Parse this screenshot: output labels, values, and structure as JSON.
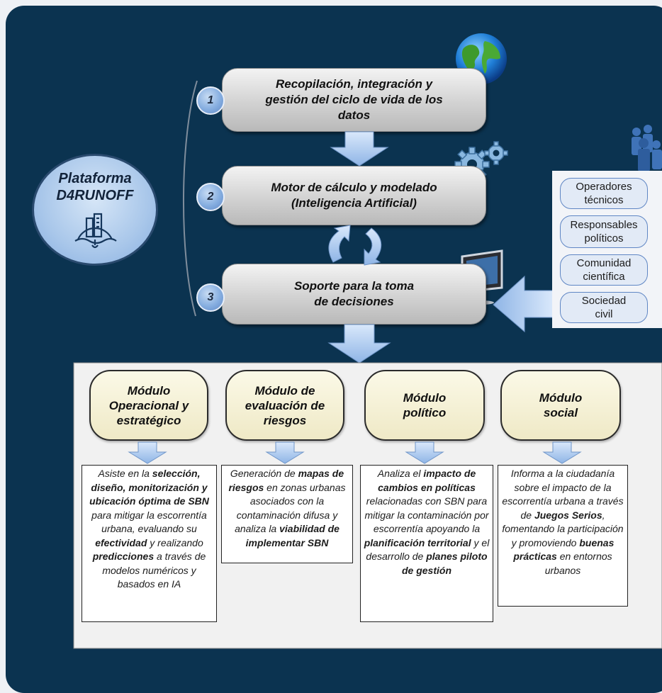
{
  "platform": {
    "line1": "Plataforma",
    "line2": "D4RUNOFF"
  },
  "steps": [
    {
      "number": "1",
      "label": "Recopilación, integración y\ngestión del ciclo de vida de los\ndatos"
    },
    {
      "number": "2",
      "label": "Motor de cálculo y modelado\n(Inteligencia Artificial)"
    },
    {
      "number": "3",
      "label": "Soporte para la toma\nde decisiones"
    }
  ],
  "stakeholders": [
    "Operadores\ntécnicos",
    "Responsables\npolíticos",
    "Comunidad\ncientífica",
    "Sociedad\ncivil"
  ],
  "modules": [
    {
      "title": "Módulo\nOperacional y\nestratégico",
      "parts": [
        {
          "t": "Asiste en la ",
          "b": false
        },
        {
          "t": "selección, diseño, monitorización y ubicación óptima de SBN",
          "b": true
        },
        {
          "t": " para mitigar la escorrentía urbana, evaluando su ",
          "b": false
        },
        {
          "t": "efectividad",
          "b": true
        },
        {
          "t": " y realizando ",
          "b": false
        },
        {
          "t": "predicciones",
          "b": true
        },
        {
          "t": " a través de modelos numéricos y basados en IA",
          "b": false
        }
      ]
    },
    {
      "title": "Módulo de\nevaluación de\nriesgos",
      "parts": [
        {
          "t": "Generación de ",
          "b": false
        },
        {
          "t": "mapas de riesgos",
          "b": true
        },
        {
          "t": " en zonas urbanas asociados con la contaminación difusa y analiza la ",
          "b": false
        },
        {
          "t": "viabilidad de implementar SBN",
          "b": true
        }
      ]
    },
    {
      "title": "Módulo\npolítico",
      "parts": [
        {
          "t": "Analiza el ",
          "b": false
        },
        {
          "t": "impacto de cambios en políticas",
          "b": true
        },
        {
          "t": " relacionadas con SBN para mitigar la contaminación por escorrentía apoyando la ",
          "b": false
        },
        {
          "t": "planificación territorial",
          "b": true
        },
        {
          "t": " y el desarrollo de ",
          "b": false
        },
        {
          "t": "planes piloto de gestión",
          "b": true
        }
      ]
    },
    {
      "title": "Módulo\nsocial",
      "parts": [
        {
          "t": "Informa a la ciudadanía sobre el impacto de la escorrentía urbana a través de ",
          "b": false
        },
        {
          "t": "Juegos Serios",
          "b": true
        },
        {
          "t": ", fomentando la participación y promoviendo ",
          "b": false
        },
        {
          "t": "buenas prácticas",
          "b": true
        },
        {
          "t": " en entornos urbanos",
          "b": false
        }
      ]
    }
  ],
  "colors": {
    "panel": "#0b3350",
    "arrow": "#9cc0ee",
    "module_fill": "#f4efd2",
    "bar": "#d2d2d2"
  },
  "icons": [
    "globe-icon",
    "gears-icon",
    "monitor-icon",
    "people-icon",
    "water-treatment-icon"
  ]
}
